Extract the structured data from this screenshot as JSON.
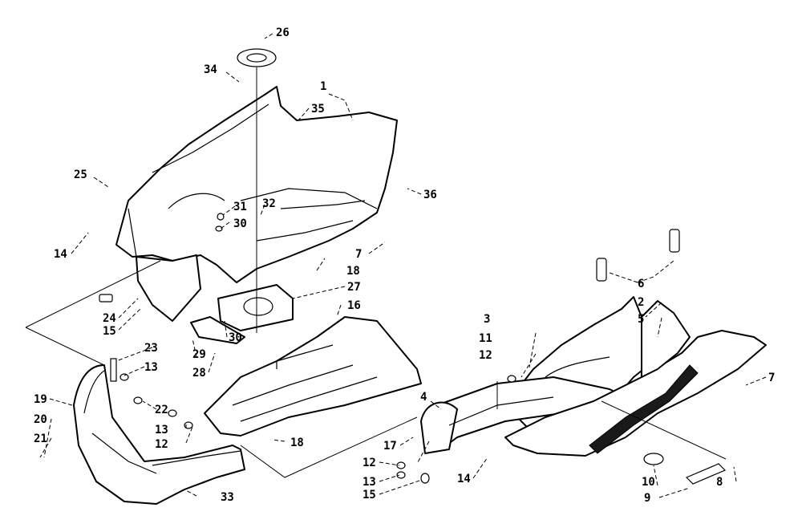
{
  "diagram": {
    "callouts": [
      {
        "id": "c1",
        "text": "1"
      },
      {
        "id": "c2",
        "text": "2"
      },
      {
        "id": "c3",
        "text": "3"
      },
      {
        "id": "c4",
        "text": "4"
      },
      {
        "id": "c5",
        "text": "5"
      },
      {
        "id": "c6",
        "text": "6"
      },
      {
        "id": "c7a",
        "text": "7"
      },
      {
        "id": "c7b",
        "text": "7"
      },
      {
        "id": "c8",
        "text": "8"
      },
      {
        "id": "c9",
        "text": "9"
      },
      {
        "id": "c10",
        "text": "10"
      },
      {
        "id": "c11",
        "text": "11"
      },
      {
        "id": "c12a",
        "text": "12"
      },
      {
        "id": "c12b",
        "text": "12"
      },
      {
        "id": "c12c",
        "text": "12"
      },
      {
        "id": "c13a",
        "text": "13"
      },
      {
        "id": "c13b",
        "text": "13"
      },
      {
        "id": "c13c",
        "text": "13"
      },
      {
        "id": "c14a",
        "text": "14"
      },
      {
        "id": "c14b",
        "text": "14"
      },
      {
        "id": "c15a",
        "text": "15"
      },
      {
        "id": "c15b",
        "text": "15"
      },
      {
        "id": "c16",
        "text": "16"
      },
      {
        "id": "c17",
        "text": "17"
      },
      {
        "id": "c18a",
        "text": "18"
      },
      {
        "id": "c18b",
        "text": "18"
      },
      {
        "id": "c19",
        "text": "19"
      },
      {
        "id": "c20",
        "text": "20"
      },
      {
        "id": "c21",
        "text": "21"
      },
      {
        "id": "c22",
        "text": "22"
      },
      {
        "id": "c23",
        "text": "23"
      },
      {
        "id": "c24",
        "text": "24"
      },
      {
        "id": "c25",
        "text": "25"
      },
      {
        "id": "c26",
        "text": "26"
      },
      {
        "id": "c27",
        "text": "27"
      },
      {
        "id": "c28",
        "text": "28"
      },
      {
        "id": "c29",
        "text": "29"
      },
      {
        "id": "c30a",
        "text": "30"
      },
      {
        "id": "c30b",
        "text": "30"
      },
      {
        "id": "c31",
        "text": "31"
      },
      {
        "id": "c32",
        "text": "32"
      },
      {
        "id": "c33",
        "text": "33"
      },
      {
        "id": "c34",
        "text": "34"
      },
      {
        "id": "c35",
        "text": "35"
      },
      {
        "id": "c36",
        "text": "36"
      }
    ]
  }
}
